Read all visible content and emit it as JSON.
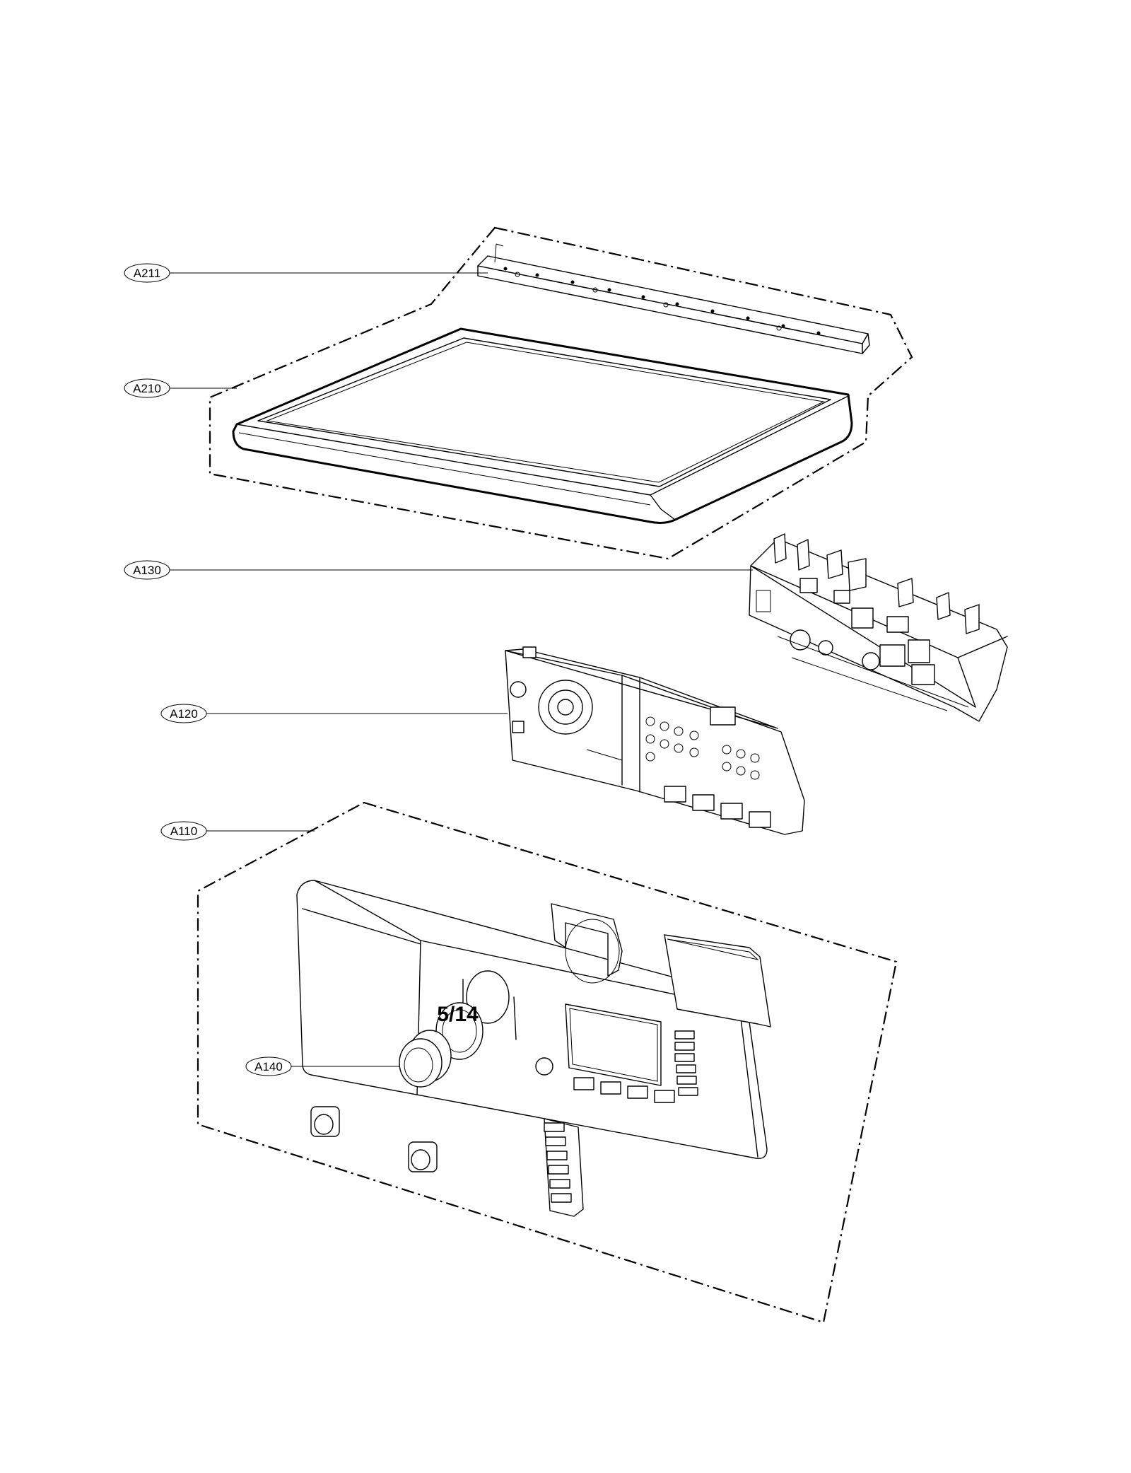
{
  "callouts": {
    "a211": "A211",
    "a210": "A210",
    "a130": "A130",
    "a120": "A120",
    "a110": "A110",
    "a140": "A140"
  },
  "page_number": "5/14"
}
